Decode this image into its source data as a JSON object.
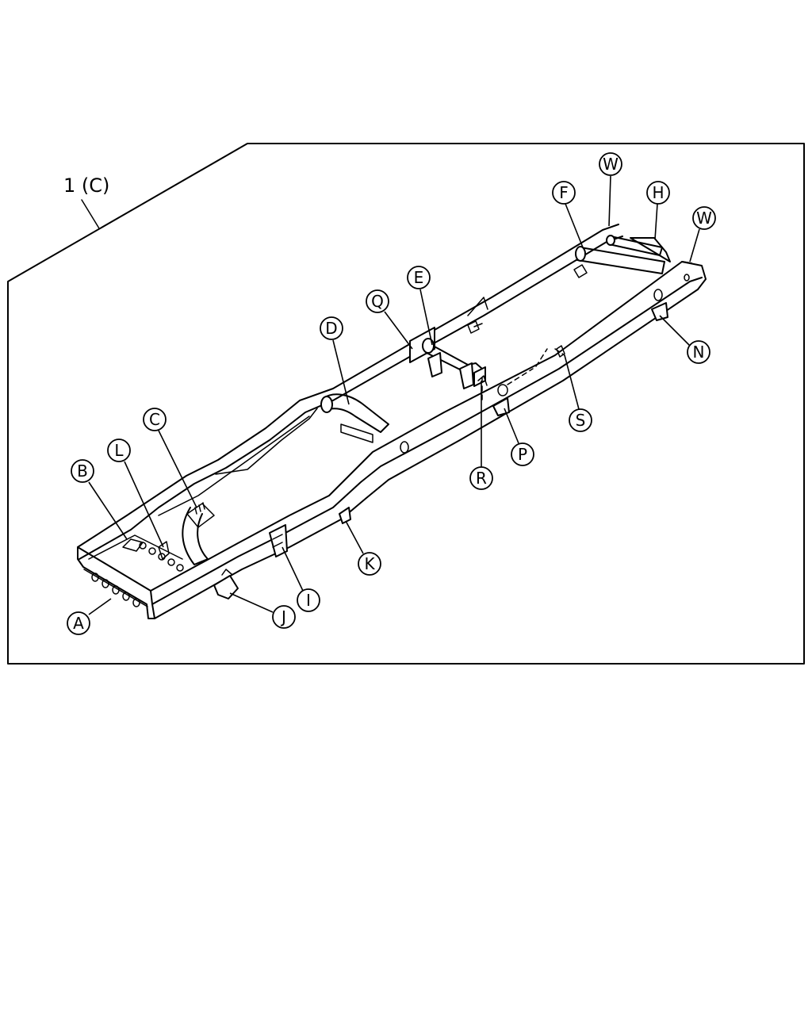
{
  "assembly_label": "1 (C)",
  "callouts": [
    {
      "id": "A",
      "label": "A"
    },
    {
      "id": "B",
      "label": "B"
    },
    {
      "id": "C",
      "label": "C"
    },
    {
      "id": "D",
      "label": "D"
    },
    {
      "id": "E",
      "label": "E"
    },
    {
      "id": "F",
      "label": "F"
    },
    {
      "id": "H",
      "label": "H"
    },
    {
      "id": "I",
      "label": "I"
    },
    {
      "id": "J",
      "label": "J"
    },
    {
      "id": "K",
      "label": "K"
    },
    {
      "id": "L",
      "label": "L"
    },
    {
      "id": "N",
      "label": "N"
    },
    {
      "id": "P",
      "label": "P"
    },
    {
      "id": "Q",
      "label": "Q"
    },
    {
      "id": "R",
      "label": "R"
    },
    {
      "id": "S",
      "label": "S"
    },
    {
      "id": "W1",
      "label": "W"
    },
    {
      "id": "W2",
      "label": "W"
    }
  ]
}
